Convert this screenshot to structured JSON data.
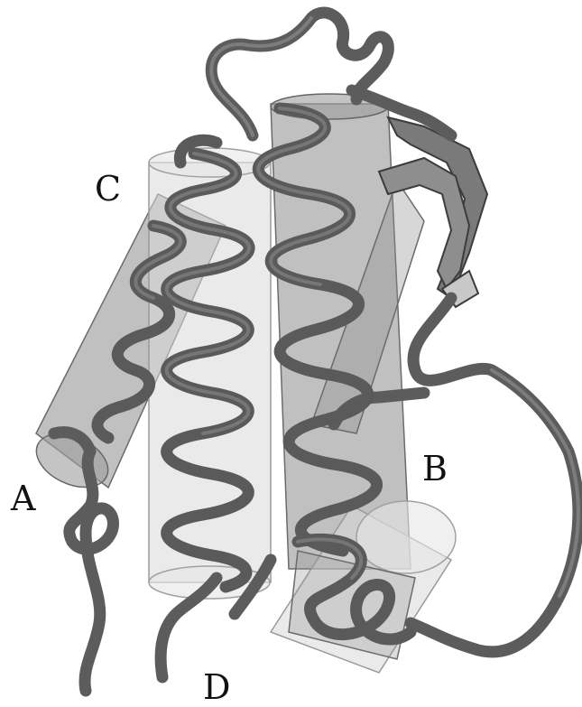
{
  "labels": {
    "helix_a": "A",
    "helix_b": "B",
    "helix_c": "C",
    "helix_d": "D"
  },
  "colors": {
    "background": "#ffffff",
    "ribbon": "#5c5c5c",
    "cylinder_dark": "#8d8d8d",
    "cylinder_light": "#d8d8d8",
    "label_text": "#111111"
  }
}
